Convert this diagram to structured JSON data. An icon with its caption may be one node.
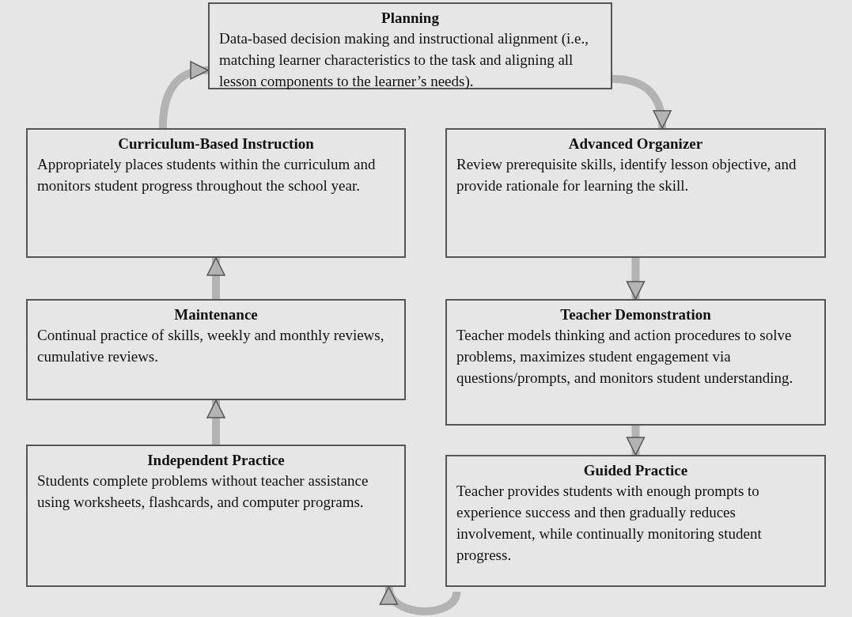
{
  "diagram": {
    "nodes": [
      {
        "text": [
          "Planning",
          "Data-based decision making and instructional alignment (i.e., matching learner characteristics to the task and aligning all lesson components to the learner’s needs)."
        ]
      },
      {
        "text": [
          "Curriculum-Based Instruction",
          "Appropriately places students within the curriculum and monitors student progress throughout the school year."
        ]
      },
      {
        "text": [
          "Advanced Organizer",
          "Review prerequisite skills, identify lesson objective, and provide rationale for learning the skill."
        ]
      },
      {
        "text": [
          "Maintenance",
          "Continual practice of skills, weekly and monthly reviews, cumulative reviews."
        ]
      },
      {
        "text": [
          "Teacher Demonstration",
          "Teacher models thinking and action procedures to solve problems, maximizes student engagement via questions/prompts, and monitors student understanding."
        ]
      },
      {
        "text": [
          "Independent Practice",
          "Students complete problems without teacher assistance using worksheets, flashcards, and computer programs."
        ]
      },
      {
        "text": [
          "Guided Practice",
          "Teacher provides students with enough prompts to experience success and then gradually reduces involvement, while continually monitoring student progress."
        ]
      }
    ],
    "edges": [
      {
        "from": 0,
        "to": 2,
        "arrow": "to"
      },
      {
        "from": 2,
        "to": 4,
        "arrow": "to"
      },
      {
        "from": 4,
        "to": 6,
        "arrow": "to"
      },
      {
        "from": 6,
        "to": 5,
        "arrow": "to"
      },
      {
        "from": 5,
        "to": 3,
        "arrow": "to"
      },
      {
        "from": 3,
        "to": 1,
        "arrow": "to"
      },
      {
        "from": 1,
        "to": 0,
        "arrow": "to"
      }
    ]
  }
}
